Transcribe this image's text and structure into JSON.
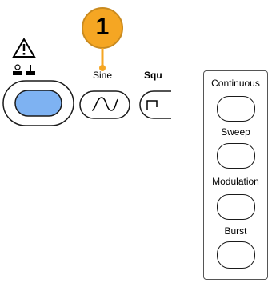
{
  "callout": {
    "number": "1",
    "color": "#F5A623",
    "border": "#C98A1F"
  },
  "labels": {
    "sine": "Sine",
    "square": "Squ"
  },
  "mode_panel": {
    "buttons": [
      {
        "label": "Continuous"
      },
      {
        "label": "Sweep"
      },
      {
        "label": "Modulation"
      },
      {
        "label": "Burst"
      }
    ]
  },
  "icons": {
    "warning": "warning-triangle-icon",
    "ground": "ground-symbol-icon",
    "sine": "sine-wave-icon",
    "square": "square-wave-icon"
  },
  "colors": {
    "output_button_fill": "#7EB2F2",
    "output_button_stroke": "#1A1A1A"
  }
}
